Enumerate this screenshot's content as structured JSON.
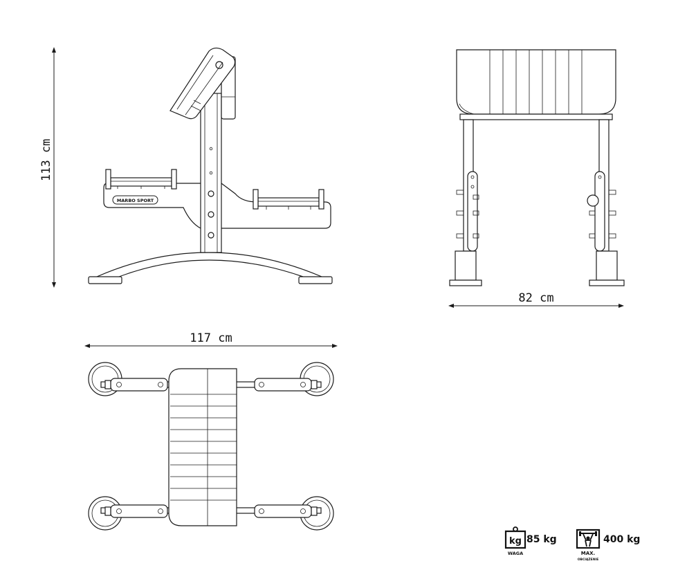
{
  "dimensions": {
    "height": "113 cm",
    "width": "82 cm",
    "length": "117 cm"
  },
  "logo": {
    "text": "MARBO SPORT"
  },
  "specs": {
    "weight_icon_label": "kg",
    "weight_value": "85 kg",
    "weight_caption": "WAGA",
    "max_load_value": "400 kg",
    "max_load_caption": "MAX.",
    "max_load_subcaption": "OBCIĄŻENIE"
  }
}
